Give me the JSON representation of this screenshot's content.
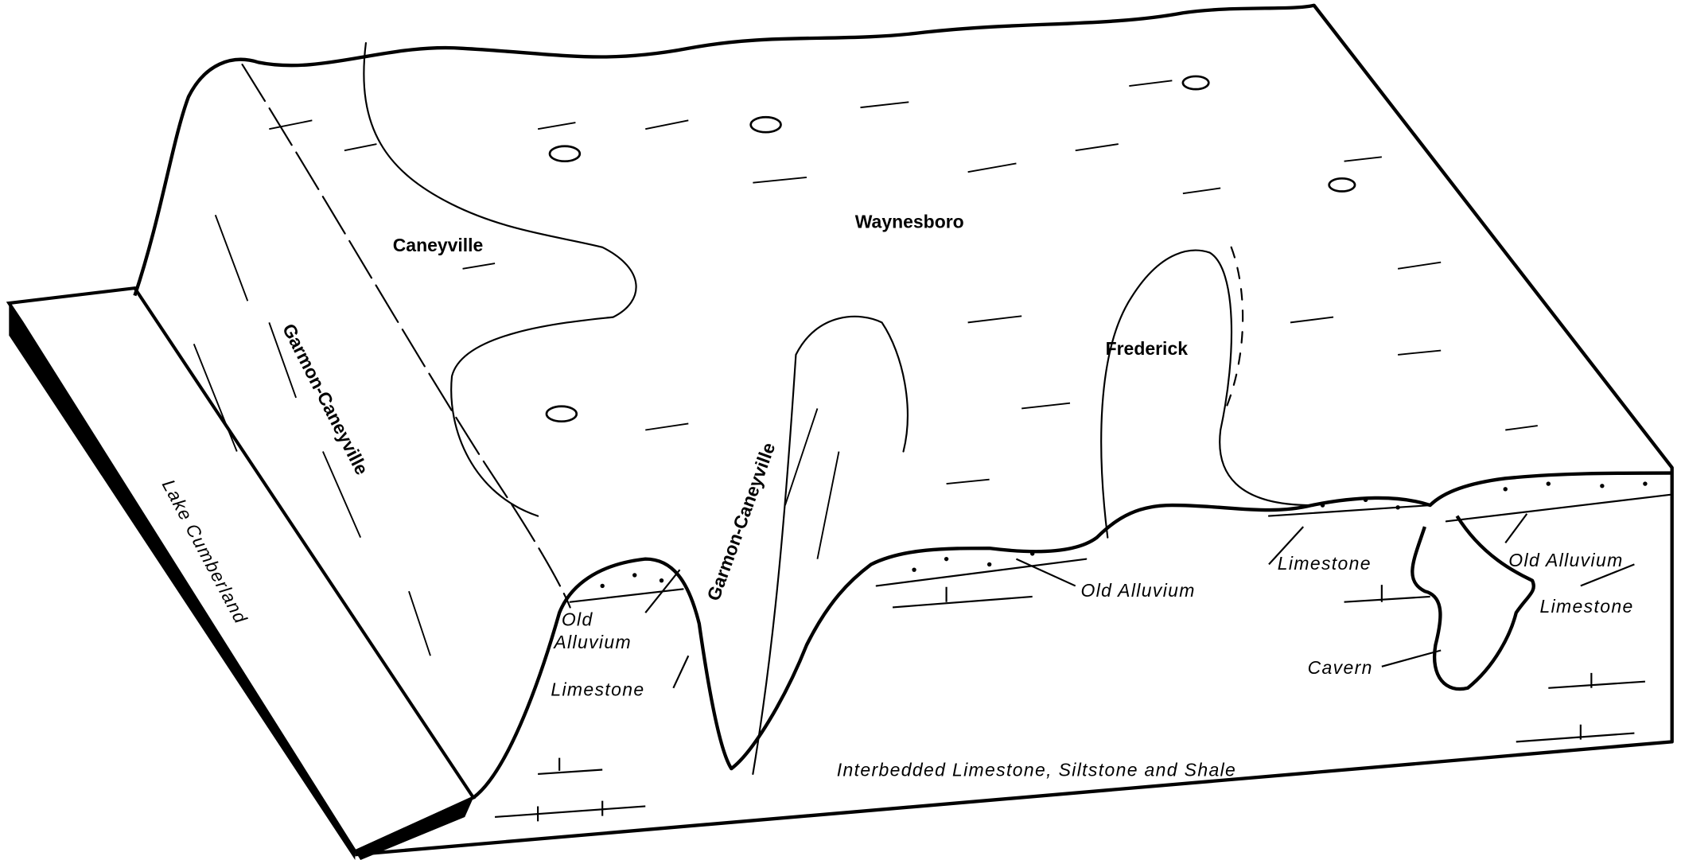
{
  "figure": {
    "surface_labels": {
      "waynesboro": "Waynesboro",
      "caneyville": "Caneyville",
      "garmon_caneyville_left": "Garmon-Caneyville",
      "garmon_caneyville_center": "Garmon-Caneyville",
      "frederick": "Frederick",
      "lake": "Lake Cumberland"
    },
    "strata_labels": {
      "old_alluvium_left_1": "Old",
      "old_alluvium_left_2": "Alluvium",
      "limestone_left": "Limestone",
      "old_alluvium_center": "Old Alluvium",
      "limestone_center": "Limestone",
      "old_alluvium_right": "Old Alluvium",
      "limestone_right": "Limestone",
      "cavern": "Cavern",
      "bedrock": "Interbedded Limestone, Siltstone and Shale"
    }
  }
}
